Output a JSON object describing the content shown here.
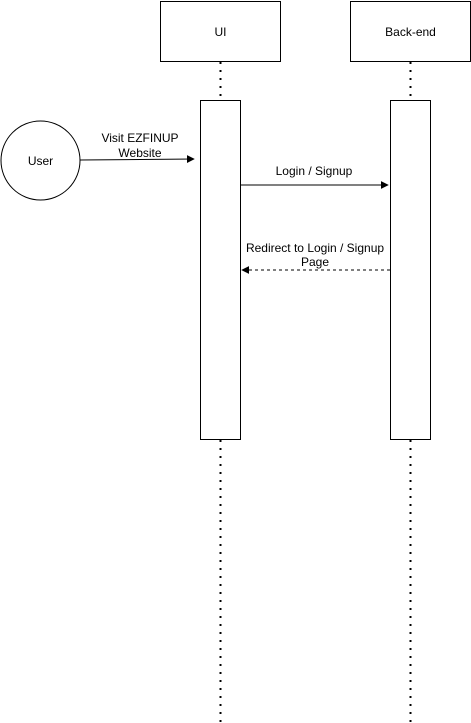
{
  "diagram": {
    "participants": [
      {
        "name": "User",
        "shape": "circle"
      },
      {
        "name": "UI",
        "shape": "box-with-lifeline"
      },
      {
        "name": "Back-end",
        "shape": "box-with-lifeline"
      }
    ],
    "messages": [
      {
        "from": "User",
        "to": "UI",
        "label_lines": [
          "Visit EZFINUP",
          "Website"
        ],
        "style": "solid"
      },
      {
        "from": "UI",
        "to": "Back-end",
        "label_lines": [
          "Login / Signup"
        ],
        "style": "solid"
      },
      {
        "from": "Back-end",
        "to": "UI",
        "label_lines": [
          "Redirect to Login / Signup",
          "Page"
        ],
        "style": "dashed"
      }
    ],
    "line_color": "#000000",
    "background_color": "#ffffff"
  }
}
